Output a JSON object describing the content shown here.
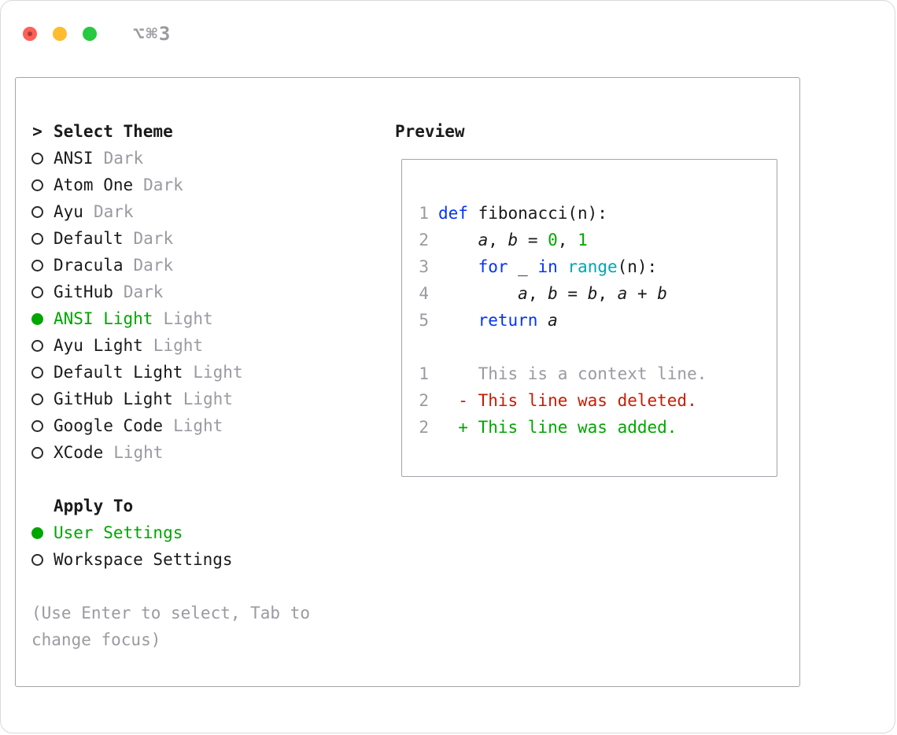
{
  "window": {
    "title": "⌥⌘3"
  },
  "colors": {
    "accent-green": "#00a600",
    "keyword-blue": "#0433ff",
    "function-cyan": "#00a6b2",
    "deleted-red": "#c91b00",
    "muted-gray": "#9a9aa0",
    "text": "#1a1a1a",
    "traffic-red": "#ff5f57",
    "traffic-yellow": "#febc2e",
    "traffic-green": "#28c840"
  },
  "theme_panel": {
    "prompt": ">",
    "header": "Select Theme",
    "items": [
      {
        "label": "ANSI",
        "tag": "Dark",
        "selected": false
      },
      {
        "label": "Atom One",
        "tag": "Dark",
        "selected": false
      },
      {
        "label": "Ayu",
        "tag": "Dark",
        "selected": false
      },
      {
        "label": "Default",
        "tag": "Dark",
        "selected": false
      },
      {
        "label": "Dracula",
        "tag": "Dark",
        "selected": false
      },
      {
        "label": "GitHub",
        "tag": "Dark",
        "selected": false
      },
      {
        "label": "ANSI Light",
        "tag": "Light",
        "selected": true
      },
      {
        "label": "Ayu Light",
        "tag": "Light",
        "selected": false
      },
      {
        "label": "Default Light",
        "tag": "Light",
        "selected": false
      },
      {
        "label": "GitHub Light",
        "tag": "Light",
        "selected": false
      },
      {
        "label": "Google Code",
        "tag": "Light",
        "selected": false
      },
      {
        "label": "XCode",
        "tag": "Light",
        "selected": false
      }
    ],
    "apply_header": "Apply To",
    "apply_options": [
      {
        "label": "User Settings",
        "selected": true
      },
      {
        "label": "Workspace Settings",
        "selected": false
      }
    ],
    "hint": "(Use Enter to select, Tab to change focus)"
  },
  "preview": {
    "header": "Preview",
    "lines": [
      {
        "num": "1",
        "tokens": [
          {
            "t": "def",
            "s": "kw"
          },
          {
            "t": " fibonacci(n):",
            "s": "plain"
          }
        ]
      },
      {
        "num": "2",
        "tokens": [
          {
            "t": "    ",
            "s": "plain"
          },
          {
            "t": "a",
            "s": "var"
          },
          {
            "t": ", ",
            "s": "plain"
          },
          {
            "t": "b",
            "s": "var"
          },
          {
            "t": " = ",
            "s": "plain"
          },
          {
            "t": "0",
            "s": "num"
          },
          {
            "t": ", ",
            "s": "plain"
          },
          {
            "t": "1",
            "s": "num"
          }
        ]
      },
      {
        "num": "3",
        "tokens": [
          {
            "t": "    ",
            "s": "plain"
          },
          {
            "t": "for",
            "s": "kw"
          },
          {
            "t": " _ ",
            "s": "plain"
          },
          {
            "t": "in",
            "s": "kw"
          },
          {
            "t": " ",
            "s": "plain"
          },
          {
            "t": "range",
            "s": "fn"
          },
          {
            "t": "(n):",
            "s": "plain"
          }
        ]
      },
      {
        "num": "4",
        "tokens": [
          {
            "t": "        ",
            "s": "plain"
          },
          {
            "t": "a",
            "s": "var"
          },
          {
            "t": ", ",
            "s": "plain"
          },
          {
            "t": "b",
            "s": "var"
          },
          {
            "t": " = ",
            "s": "plain"
          },
          {
            "t": "b",
            "s": "var"
          },
          {
            "t": ", ",
            "s": "plain"
          },
          {
            "t": "a",
            "s": "var"
          },
          {
            "t": " + ",
            "s": "plain"
          },
          {
            "t": "b",
            "s": "var"
          }
        ]
      },
      {
        "num": "5",
        "tokens": [
          {
            "t": "    ",
            "s": "plain"
          },
          {
            "t": "return",
            "s": "kw"
          },
          {
            "t": " ",
            "s": "plain"
          },
          {
            "t": "a",
            "s": "var"
          }
        ]
      },
      {
        "num": "",
        "tokens": []
      },
      {
        "num": "1",
        "tokens": [
          {
            "t": "    This is a context line.",
            "s": "ctx"
          }
        ]
      },
      {
        "num": "2",
        "tokens": [
          {
            "t": "  - This line was deleted.",
            "s": "del"
          }
        ]
      },
      {
        "num": "2",
        "tokens": [
          {
            "t": "  + This line was added.",
            "s": "add"
          }
        ]
      }
    ]
  }
}
